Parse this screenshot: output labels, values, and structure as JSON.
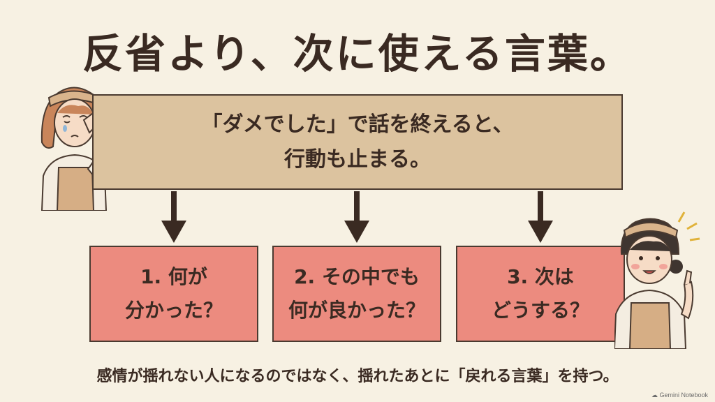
{
  "title": "反省より、次に使える言葉。",
  "top_box": {
    "line1": "「ダメでした」で話を終えると、",
    "line2": "行動も止まる。"
  },
  "steps": [
    {
      "line1": "1. 何が",
      "line2": "分かった？"
    },
    {
      "line1": "2. その中でも",
      "line2": "何が良かった？"
    },
    {
      "line1": "3. 次は",
      "line2": "どうする？"
    }
  ],
  "footer": "感情が揺れない人になるのではなく、揺れたあとに「戻れる言葉」を持つ。",
  "watermark": "Gemini Notebook",
  "colors": {
    "background": "#f7f1e3",
    "top_box": "#dcc39f",
    "step_box": "#ec8b7f",
    "text": "#3a2a22"
  },
  "icons": [
    "sad-woman-illustration",
    "happy-woman-illustration",
    "down-arrow-icon",
    "sparkle-icon"
  ]
}
